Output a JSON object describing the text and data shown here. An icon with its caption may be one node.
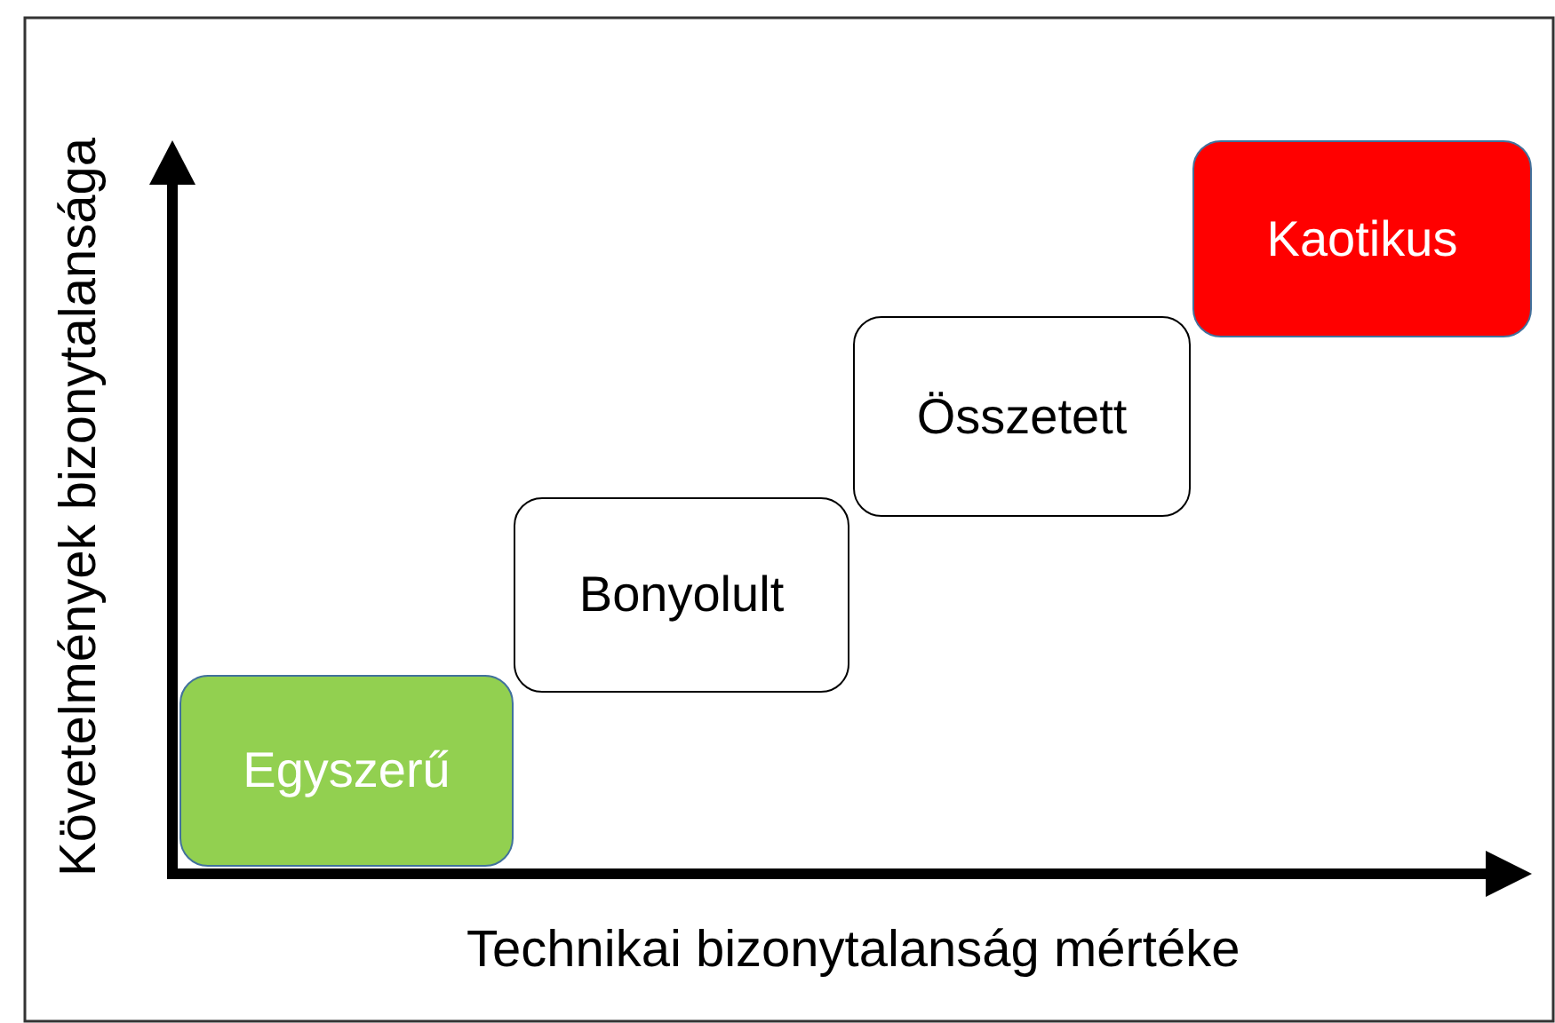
{
  "diagram": {
    "nodes": [
      {
        "text": [
          "Egyszerű"
        ]
      },
      {
        "text": [
          "Bonyolult"
        ]
      },
      {
        "text": [
          "Összetett"
        ]
      },
      {
        "text": [
          "Kaotikus"
        ]
      }
    ],
    "labels": [
      "Követelmények bizonytalansága",
      "Technikai bizonytalanság mértéke"
    ]
  }
}
